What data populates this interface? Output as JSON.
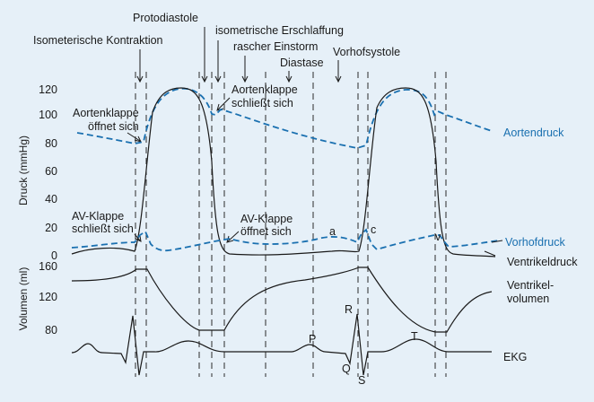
{
  "top_labels": {
    "protodiastole": "Protodiastole",
    "isometric_contraction": "Isometerische Kontraktion",
    "isometric_relaxation": "isometrische Erschlaffung",
    "rapid_inflow": "rascher Einstorm",
    "diastasis": "Diastase",
    "atrial_systole": "Vorhofsystole"
  },
  "valve_labels": {
    "aortic_opens_1": "Aortenklappe",
    "aortic_opens_2": "öffnet sich",
    "aortic_closes_1": "Aortenklappe",
    "aortic_closes_2": "schließt sich",
    "av_closes_1": "AV-Klappe",
    "av_closes_2": "schließt sich",
    "av_opens_1": "AV-Klappe",
    "av_opens_2": "öffnet sich"
  },
  "wave_labels": {
    "a": "a",
    "c": "c",
    "v": "v"
  },
  "curve_labels": {
    "aortic_pressure": "Aortendruck",
    "atrial_pressure": "Vorhofdruck",
    "ventricular_pressure": "Ventrikeldruck",
    "ventricular_volume_1": "Ventrikel-",
    "ventricular_volume_2": "volumen",
    "ecg": "EKG"
  },
  "ecg_labels": {
    "p": "P",
    "q": "Q",
    "r": "R",
    "s": "S",
    "t": "T"
  },
  "axes": {
    "pressure_label": "Druck (mmHg)",
    "pressure_ticks": [
      "120",
      "100",
      "80",
      "60",
      "40",
      "20",
      "0"
    ],
    "volume_label": "Volumen (ml)",
    "volume_ticks": [
      "160",
      "120",
      "80"
    ]
  },
  "colors": {
    "background": "#e6f0f8",
    "blue": "#1a70b0",
    "black": "#1a1a1a"
  }
}
